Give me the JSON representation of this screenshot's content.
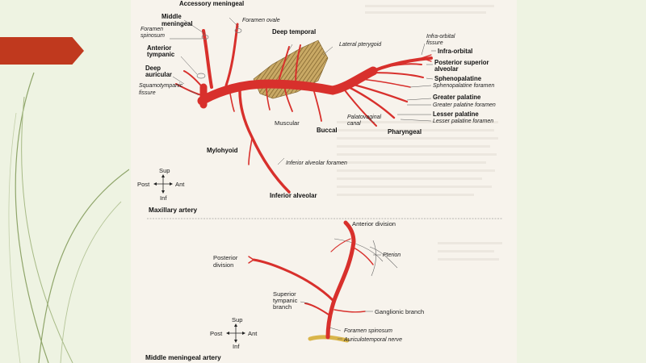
{
  "slide": {
    "accent_color": "#c0391e",
    "background_color": "#eef3e2",
    "line_color": "#8fa56a"
  },
  "maxillary": {
    "labels": {
      "accessory_meningeal": "Accessory meningeal",
      "foramen_ovale": "Foramen ovale",
      "middle_meningeal_1": "Middle",
      "middle_meningeal_2": "meningeal",
      "foramen_spinosum_1": "Foramen",
      "foramen_spinosum_2": "spinosum",
      "deep_temporal": "Deep temporal",
      "anterior_tympanic_1": "Anterior",
      "anterior_tympanic_2": "tympanic",
      "deep_auricular_1": "Deep",
      "deep_auricular_2": "auricular",
      "squamotympanic_1": "Squamotympanic",
      "squamotympanic_2": "fissure",
      "lateral_pterygoid": "Lateral pterygoid",
      "infra_orbital_fissure_1": "Infra-orbital",
      "infra_orbital_fissure_2": "fissure",
      "infra_orbital": "Infra-orbital",
      "posterior_superior_1": "Posterior superior",
      "posterior_superior_2": "alveolar",
      "sphenopalatine": "Sphenopalatine",
      "sphenopalatine_foramen": "Sphenopalatine foramen",
      "greater_palatine": "Greater palatine",
      "greater_palatine_foramen": "Greater palatine foramen",
      "lesser_palatine": "Lesser palatine",
      "lesser_palatine_foramen": "Lesser palatine foramen",
      "palatovaginal_1": "Palatovaginal",
      "palatovaginal_2": "canal",
      "muscular": "Muscular",
      "buccal": "Buccal",
      "pharyngeal": "Pharyngeal",
      "mylohyoid": "Mylohyoid",
      "inferior_alveolar_foramen": "Inferior alveolar foramen",
      "inferior_alveolar": "Inferior alveolar"
    },
    "orientation": {
      "sup": "Sup",
      "inf": "Inf",
      "post": "Post",
      "ant": "Ant"
    },
    "caption": "Maxillary artery"
  },
  "middle_meningeal": {
    "labels": {
      "anterior_division": "Anterior division",
      "pterion": "Pterion",
      "posterior_division_1": "Posterior",
      "posterior_division_2": "division",
      "superior_tympanic_1": "Superior",
      "superior_tympanic_2": "tympanic",
      "superior_tympanic_3": "branch",
      "ganglionic_branch": "Ganglionic branch",
      "foramen_spinosum": "Foramen spinosum",
      "auriculotemporal_nerve": "Auriculotemporal nerve"
    },
    "orientation": {
      "sup": "Sup",
      "inf": "Inf",
      "post": "Post",
      "ant": "Ant"
    },
    "caption": "Middle meningeal artery"
  },
  "colors": {
    "artery": "#d8302c",
    "muscle": "#a8884a",
    "nerve": "#d9b54a",
    "text": "#222222"
  }
}
